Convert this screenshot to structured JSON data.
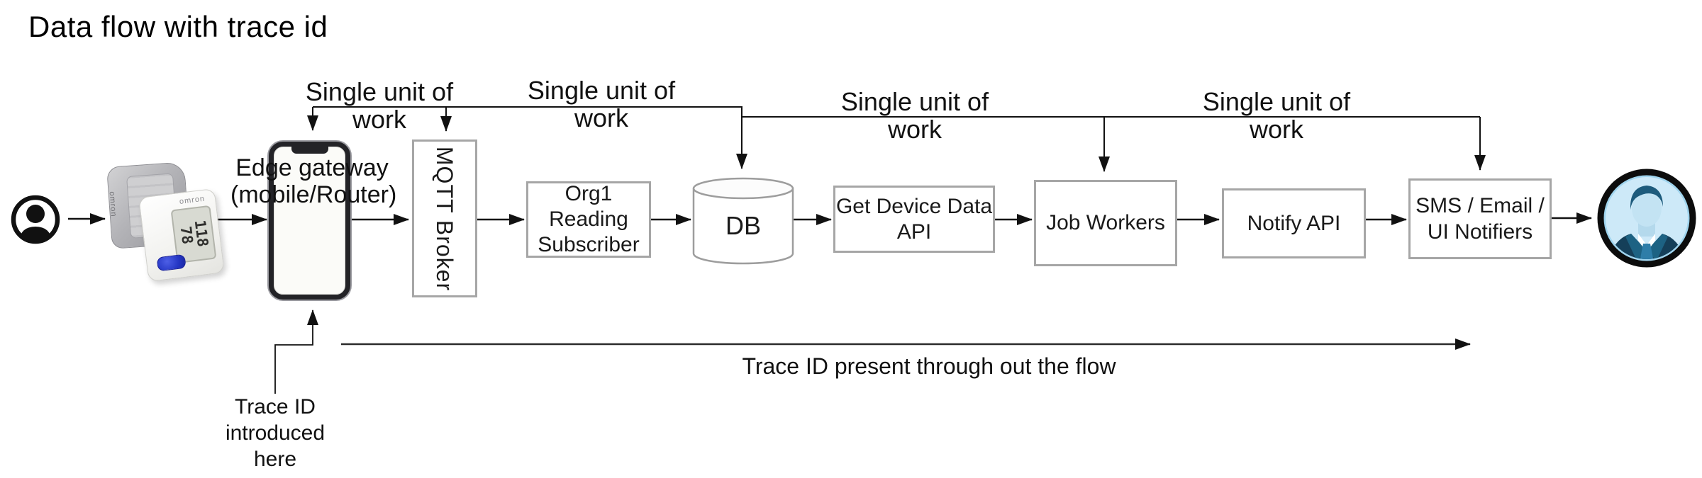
{
  "title": "Data flow with trace id",
  "flow_nodes": {
    "patient": {
      "icon": "person-icon"
    },
    "bp_monitor": {
      "brand": "omron",
      "display": [
        "118",
        "78"
      ]
    },
    "edge_gateway": {
      "label": [
        "Edge gateway",
        "(mobile/Router)"
      ]
    },
    "mqtt_broker": {
      "label": "MQTT Broker"
    },
    "org1_subscriber": {
      "label": [
        "Org1",
        "Reading",
        "Subscriber"
      ]
    },
    "database": {
      "label": "DB"
    },
    "get_device_data_api": {
      "label": [
        "Get Device Data",
        "API"
      ]
    },
    "job_workers": {
      "label": "Job Workers"
    },
    "notify_api": {
      "label": "Notify API"
    },
    "notifiers": {
      "label": [
        "SMS / Email /",
        "UI Notifiers"
      ]
    },
    "user": {
      "icon": "user-avatar-icon"
    }
  },
  "annotations": {
    "single_unit_labels": [
      {
        "line1": "Single unit of",
        "line2": "work"
      },
      {
        "line1": "Single unit of",
        "line2": "work"
      },
      {
        "line1": "Single unit of",
        "line2": "work"
      },
      {
        "line1": "Single unit of",
        "line2": "work"
      }
    ],
    "trace_intro": {
      "lines": [
        "Trace ID",
        "introduced",
        "here"
      ]
    },
    "trace_flow": "Trace ID present through out the flow"
  },
  "colors": {
    "box_border": "#a6a6a6",
    "connector": "#111111",
    "cylinder_stroke": "#9d9d9d",
    "phone_frame": "#232327",
    "bp_button_blue": "#2436c4",
    "avatar_ring": "#0c0c0c",
    "avatar_bg": "#cde9f8",
    "avatar_inner_ring": "#9fd4ee",
    "avatar_suit": "#153f59",
    "avatar_lapel": "#1d6283",
    "avatar_tie": "#2e7da8",
    "avatar_face": "#c3e3f3",
    "avatar_hair": "#1d5b7c"
  }
}
